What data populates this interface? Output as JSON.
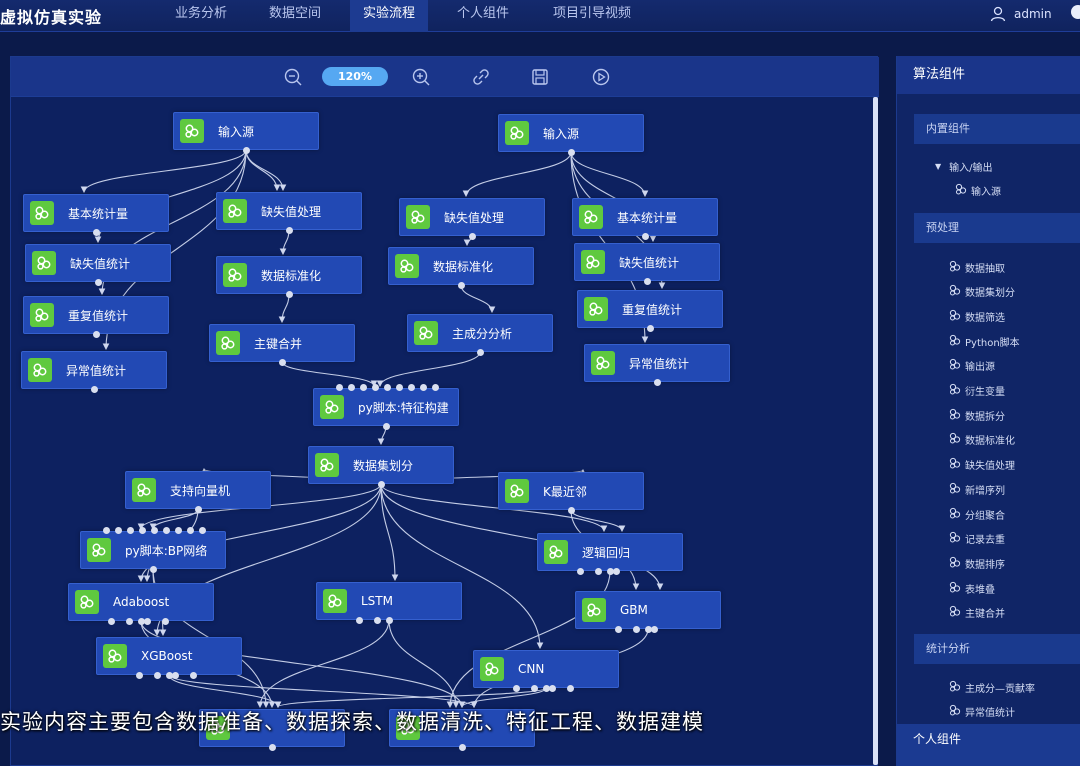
{
  "app_title": "虚拟仿真实验",
  "nav": {
    "tabs": [
      {
        "label": "业务分析"
      },
      {
        "label": "数据空间"
      },
      {
        "label": "实验流程",
        "active": true
      },
      {
        "label": "个人组件"
      },
      {
        "label": "项目引导视频"
      }
    ],
    "user": "admin"
  },
  "toolbar": {
    "zoom": "120%",
    "icons": [
      "zoom-out-icon",
      "zoom-in-icon",
      "link-icon",
      "save-icon",
      "run-icon"
    ]
  },
  "nodes": [
    {
      "id": "in1",
      "label": "输入源"
    },
    {
      "id": "in2",
      "label": "输入源"
    },
    {
      "id": "n_basic1",
      "label": "基本统计量"
    },
    {
      "id": "n_miss1",
      "label": "缺失值处理"
    },
    {
      "id": "n_misscnt1",
      "label": "缺失值统计"
    },
    {
      "id": "n_std1",
      "label": "数据标准化"
    },
    {
      "id": "n_dup1",
      "label": "重复值统计"
    },
    {
      "id": "n_merge",
      "label": "主键合并"
    },
    {
      "id": "n_outlier1",
      "label": "异常值统计"
    },
    {
      "id": "n_miss2",
      "label": "缺失值处理"
    },
    {
      "id": "n_std2",
      "label": "数据标准化"
    },
    {
      "id": "n_pca",
      "label": "主成分分析"
    },
    {
      "id": "n_basic2",
      "label": "基本统计量"
    },
    {
      "id": "n_misscnt2",
      "label": "缺失值统计"
    },
    {
      "id": "n_dup2",
      "label": "重复值统计"
    },
    {
      "id": "n_outlier2",
      "label": "异常值统计"
    },
    {
      "id": "n_feat",
      "label": "py脚本:特征构建"
    },
    {
      "id": "n_split",
      "label": "数据集划分"
    },
    {
      "id": "n_svm",
      "label": "支持向量机"
    },
    {
      "id": "n_knn",
      "label": "K最近邻"
    },
    {
      "id": "n_bp",
      "label": "py脚本:BP网络"
    },
    {
      "id": "n_lr",
      "label": "逻辑回归"
    },
    {
      "id": "n_ada",
      "label": "Adaboost"
    },
    {
      "id": "n_lstm",
      "label": "LSTM"
    },
    {
      "id": "n_gbm",
      "label": "GBM"
    },
    {
      "id": "n_xgb",
      "label": "XGBoost"
    },
    {
      "id": "n_cnn",
      "label": "CNN"
    },
    {
      "id": "n_out1",
      "label": ""
    },
    {
      "id": "n_out2",
      "label": ""
    }
  ],
  "right_panel": {
    "title": "算法组件",
    "groups": [
      {
        "label": "内置组件"
      },
      {
        "label": "预处理"
      },
      {
        "label": "统计分析"
      }
    ],
    "tree_folder": "输入/输出",
    "tree_leaf": "输入源",
    "preprocess_items": [
      "数据抽取",
      "数据集划分",
      "数据筛选",
      "Python脚本",
      "输出源",
      "衍生变量",
      "数据拆分",
      "数据标准化",
      "缺失值处理",
      "新增序列",
      "分组聚合",
      "记录去重",
      "数据排序",
      "表堆叠",
      "主键合并"
    ],
    "stats_items": [
      "主成分—贡献率",
      "异常值统计"
    ],
    "footer": "个人组件"
  },
  "subtitle": "实验内容主要包含数据准备、数据探索、数据清洗、特征工程、数据建模"
}
